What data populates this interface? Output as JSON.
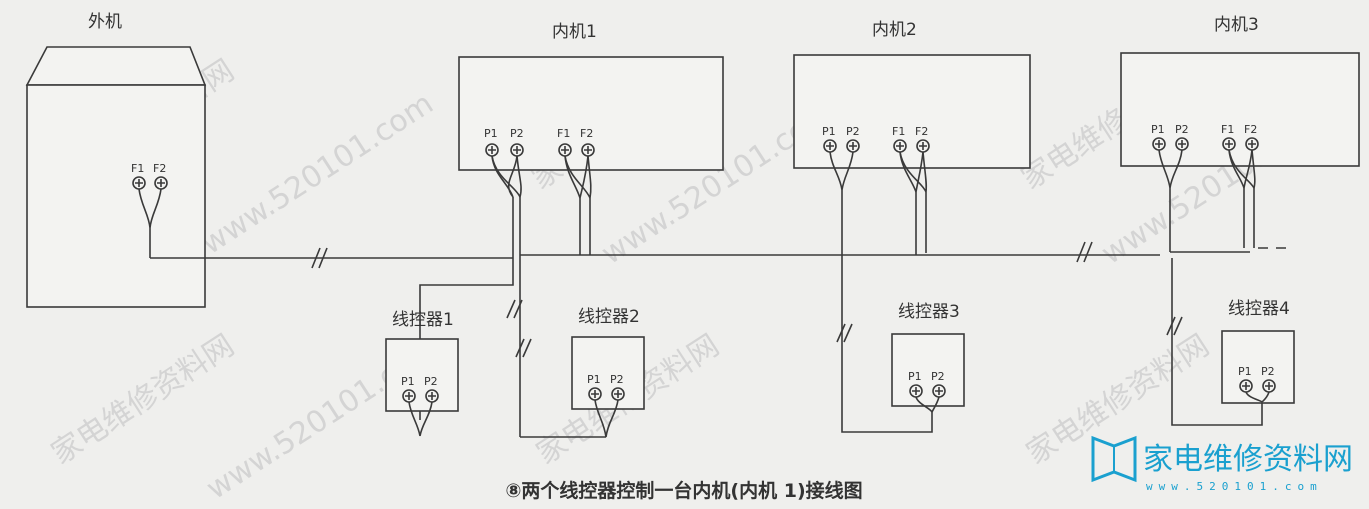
{
  "outdoor": {
    "label": "外机",
    "terminals": [
      "F1",
      "F2"
    ]
  },
  "indoor_units": [
    {
      "label": "内机1",
      "terminals": [
        "P1",
        "P2",
        "F1",
        "F2"
      ]
    },
    {
      "label": "内机2",
      "terminals": [
        "P1",
        "P2",
        "F1",
        "F2"
      ]
    },
    {
      "label": "内机3",
      "terminals": [
        "P1",
        "P2",
        "F1",
        "F2"
      ]
    }
  ],
  "controllers": [
    {
      "label": "线控器1",
      "terminals": [
        "P1",
        "P2"
      ]
    },
    {
      "label": "线控器2",
      "terminals": [
        "P1",
        "P2"
      ]
    },
    {
      "label": "线控器3",
      "terminals": [
        "P1",
        "P2"
      ]
    },
    {
      "label": "线控器4",
      "terminals": [
        "P1",
        "P2"
      ]
    }
  ],
  "caption": "⑧两个线控器控制一台内机(内机 1)接线图",
  "watermark": {
    "site": "家电维修资料网",
    "domain": "www.520101.com"
  },
  "logo": {
    "text": "家电维修资料网",
    "url": "www.520101.com"
  }
}
